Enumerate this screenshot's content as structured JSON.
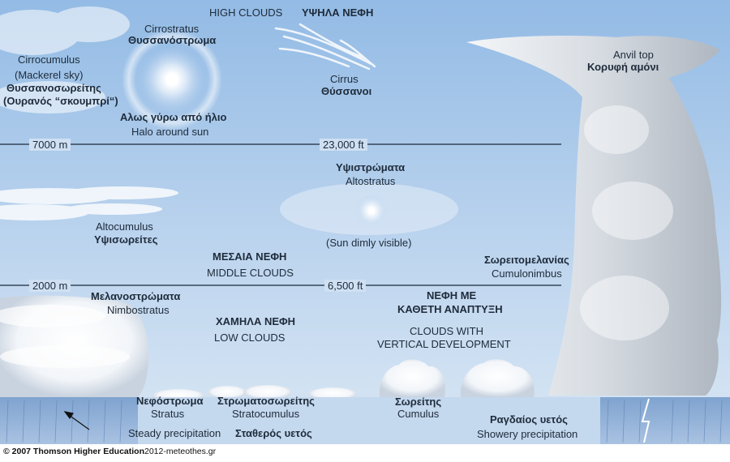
{
  "title": {
    "en": "HIGH CLOUDS",
    "el": "ΥΨΗΛΑ ΝΕΦΗ"
  },
  "high": {
    "cirrostratus_en": "Cirrostratus",
    "cirrostratus_el": "Θυσσανόστρωμα",
    "cirrocumulus_en": "Cirrocumulus",
    "cirrocumulus_sky": "(Mackerel sky)",
    "cirrocumulus_el": "Θυσσανοσωρείτης",
    "cirrocumulus_el_sky": "(Ουρανός “σκουμπρί“)",
    "halo_el": "Αλως γύρω από ήλιο",
    "halo_en": "Halo around sun",
    "cirrus_en": "Cirrus",
    "cirrus_el": "Θύσσανοι",
    "anvil_en": "Anvil top",
    "anvil_el": "Κορυφή αμόνι"
  },
  "levels": {
    "high_m": "7000 m",
    "high_ft": "23,000 ft",
    "mid_m": "2000 m",
    "mid_ft": "6,500 ft"
  },
  "middle": {
    "altostratus_el": "Υψιστρώματα",
    "altostratus_en": "Altostratus",
    "altocumulus_en": "Altocumulus",
    "altocumulus_el": "Υψισωρείτες",
    "sun_dim": "(Sun dimly visible)",
    "header_el": "ΜΕΣΑΙΑ ΝΕΦΗ",
    "header_en": "MIDDLE CLOUDS",
    "cumulonimbus_el": "Σωρειτομελανίας",
    "cumulonimbus_en": "Cumulonimbus"
  },
  "low": {
    "nimbostratus_el": "Μελανοστρώματα",
    "nimbostratus_en": "Nimbostratus",
    "header_el": "ΧΑΜΗΛΑ ΝΕΦΗ",
    "header_en": "LOW CLOUDS",
    "vertical_el_1": "ΝΕΦΗ ΜΕ",
    "vertical_el_2": "ΚΑΘΕΤΗ ΑΝΑΠΤΥΞΗ",
    "vertical_en_1": "CLOUDS WITH",
    "vertical_en_2": "VERTICAL DEVELOPMENT",
    "stratus_el": "Νεφόστρωμα",
    "stratus_en": "Stratus",
    "stratocumulus_el": "Στρωματοσωρείτης",
    "stratocumulus_en": "Stratocumulus",
    "cumulus_el": "Σωρείτης",
    "cumulus_en": "Cumulus",
    "steady_en": "Steady precipitation",
    "steady_el": "Σταθερός υετός",
    "showery_el": "Ραγδαίος υετός",
    "showery_en": "Showery precipitation"
  },
  "footer": {
    "copyright": "© 2007 Thomson Higher Education",
    "source": "2012-meteothes.gr"
  },
  "colors": {
    "sky_top": "#9cc0e6",
    "sky_bottom": "#d6e5f3",
    "ground": "#8fb2d8"
  }
}
